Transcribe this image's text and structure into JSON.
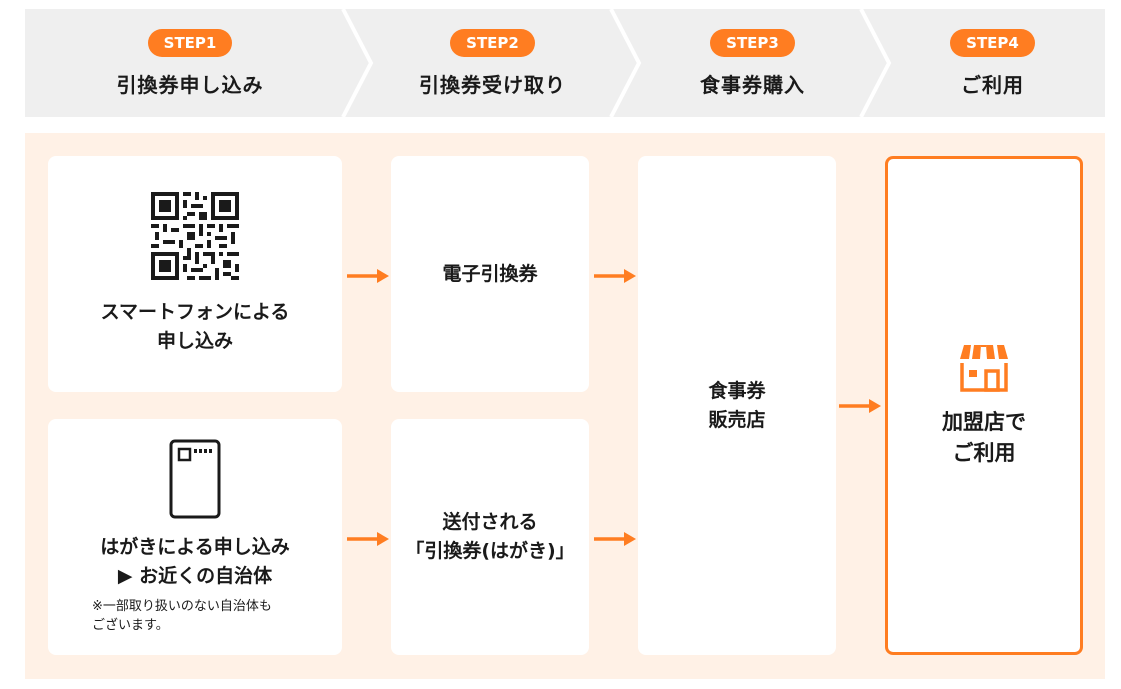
{
  "steps": [
    {
      "badge": "STEP1",
      "title": "引換券申し込み"
    },
    {
      "badge": "STEP2",
      "title": "引換券受け取り"
    },
    {
      "badge": "STEP3",
      "title": "食事券購入"
    },
    {
      "badge": "STEP4",
      "title": "ご利用"
    }
  ],
  "cards": {
    "smartphone": {
      "label": "スマートフォンによる\n申し込み"
    },
    "postcard": {
      "label": "はがきによる申し込み\n▶ お近くの自治体",
      "note": "※一部取り扱いのない自治体も\nございます。"
    },
    "e_voucher": {
      "label": "電子引換券"
    },
    "mailed_voucher": {
      "label": "送付される\n「引換券(はがき)」"
    },
    "store": {
      "label": "食事券\n販売店"
    },
    "member_store": {
      "label": "加盟店で\nご利用"
    }
  },
  "colors": {
    "accent": "#ff7d21",
    "step_bg": "#efefef",
    "panel_bg": "#fff1e6"
  },
  "icons": [
    "qr-code-icon",
    "postcard-icon",
    "shop-icon",
    "arrow-right-icon"
  ]
}
